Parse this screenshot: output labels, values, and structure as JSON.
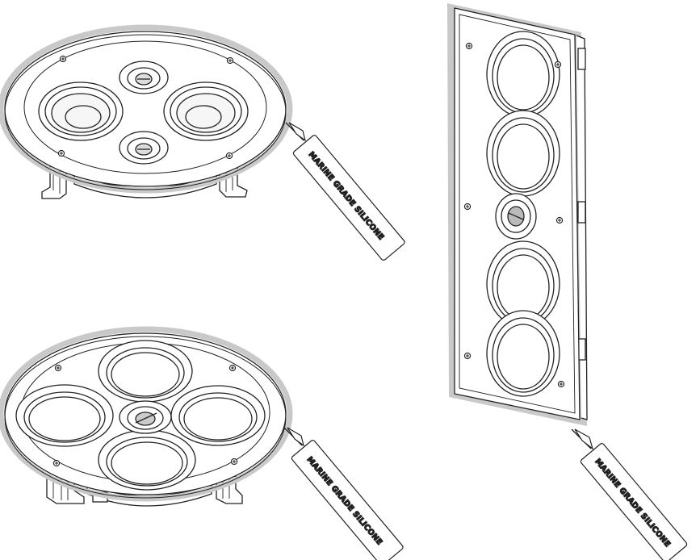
{
  "figures": [
    {
      "name": "ceiling-speaker-top",
      "tube_label": "MARINE GRADE SILICONE"
    },
    {
      "name": "ceiling-speaker-bottom",
      "tube_label": "MARINE GRADE SILICONE"
    },
    {
      "name": "wall-speaker",
      "tube_label": "MARINE GRADE SILICONE"
    }
  ],
  "colors": {
    "line": "#222222",
    "bead": "#c9c9c9",
    "fill": "#ffffff",
    "shade": "#e8e8e8"
  }
}
